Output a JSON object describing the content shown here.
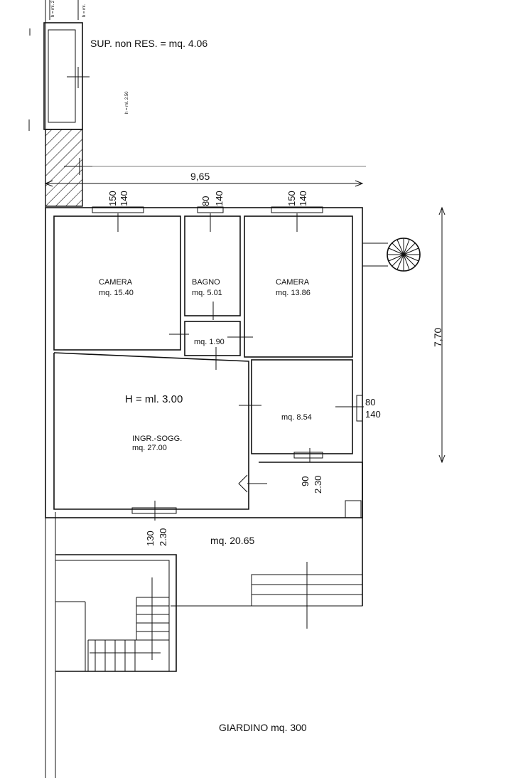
{
  "header": {
    "sup_label": "SUP. non RES. = mq. 4.06",
    "height_note_side": "h = ml. 2.50",
    "height_note_top_a": "h = ml. 2",
    "height_note_top_b": "h = ml."
  },
  "dimensions": {
    "overall_width": "9,65",
    "overall_height": "7,70",
    "win_camera_left_top": "150",
    "win_camera_left_bottom": "140",
    "win_bagno_top": "80",
    "win_bagno_bottom": "140",
    "win_camera_right_top": "150",
    "win_camera_right_bottom": "140",
    "win_side_top": "80",
    "win_side_bottom": "140",
    "door_kitchen_top": "90",
    "door_kitchen_bottom": "2.30",
    "door_living_top": "130",
    "door_living_bottom": "2.30"
  },
  "rooms": {
    "camera_left_name": "CAMERA",
    "camera_left_area": "mq. 15.40",
    "bagno_name": "BAGNO",
    "bagno_area": "mq. 5.01",
    "camera_right_name": "CAMERA",
    "camera_right_area": "mq. 13.86",
    "hall_area": "mq. 1.90",
    "living_height": "H = ml. 3.00",
    "living_name": "INGR.-SOGG.",
    "living_area": "mq. 27.00",
    "kitchen_area": "mq. 8.54",
    "portico_area": "mq. 20.65",
    "garden_label": "GIARDINO  mq. 300"
  }
}
